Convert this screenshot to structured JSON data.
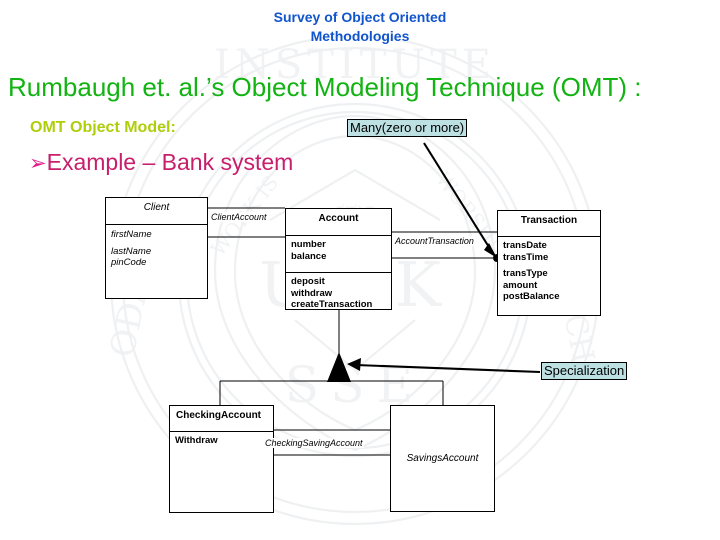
{
  "slide": {
    "title_line1": "Survey of Object Oriented",
    "title_line2": "Methodologies",
    "heading_green": "Rumbaugh et. al.’s Object Modeling Technique (OMT) :",
    "heading_olive": "OMT Object Model:",
    "bullet_glyph": "➢",
    "bullet_text": "Example – Bank system"
  },
  "callouts": {
    "many": "Many(zero or more)",
    "specialization": "Specialization"
  },
  "colors": {
    "title": "#1155CC",
    "heading_green": "#12B312",
    "heading_olive": "#AFCE0C",
    "bullet_text": "#C81E6B",
    "bullet_glyph": "#E0218A",
    "callout_fill": "#BDE0E3",
    "diagram_line": "#000000",
    "background": "#FFFFFF"
  },
  "diagram": {
    "type": "uml-class-diagram",
    "classes": [
      {
        "id": "client",
        "name": "Client",
        "name_style": "italic",
        "attributes": [
          "firstName",
          "lastName",
          "pinCode"
        ],
        "operations": []
      },
      {
        "id": "account",
        "name": "Account",
        "name_style": "bold",
        "attributes": [
          "number",
          "balance"
        ],
        "operations": [
          "deposit",
          "withdraw",
          "createTransaction"
        ]
      },
      {
        "id": "transaction",
        "name": "Transaction",
        "name_style": "bold",
        "attributes": [
          "transDate",
          "transTime",
          "transType",
          "amount",
          "postBalance"
        ],
        "operations": []
      },
      {
        "id": "checkingaccount",
        "name": "CheckingAccount",
        "name_style": "bold",
        "attributes": [
          "Withdraw"
        ],
        "operations": []
      },
      {
        "id": "savingsaccount",
        "name": "SavingsAccount",
        "name_style": "italic-centered",
        "attributes": [],
        "operations": []
      }
    ],
    "associations": [
      {
        "id": "client-account",
        "label": "ClientAccount",
        "from": "client",
        "to": "account"
      },
      {
        "id": "account-transaction",
        "label": "AccountTransaction",
        "from": "account",
        "to": "transaction",
        "multiplicity": "many"
      },
      {
        "id": "checking-saving",
        "label": "CheckingSavingAccount",
        "from": "checkingaccount",
        "to": "savingsaccount"
      }
    ],
    "generalization": {
      "parent": "account",
      "children": [
        "checkingaccount",
        "savingsaccount"
      ],
      "marker": "filled-triangle"
    }
  }
}
